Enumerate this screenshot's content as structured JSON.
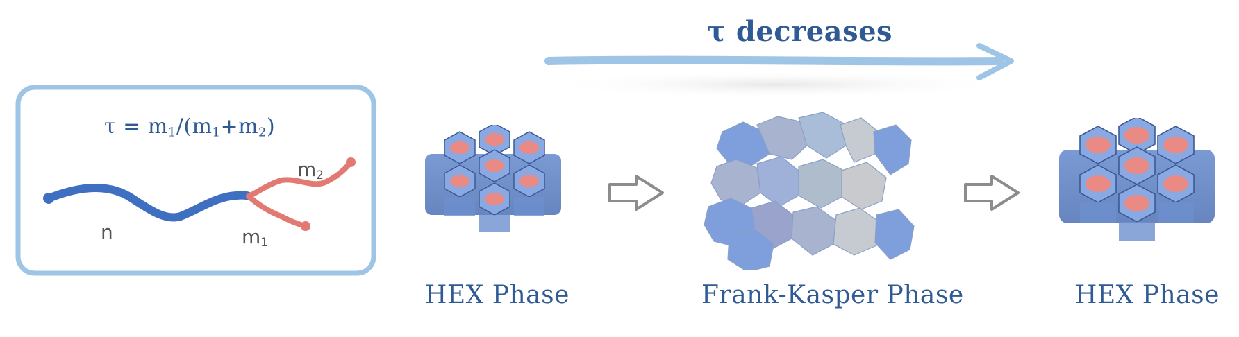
{
  "header": {
    "tau_symbol": "τ",
    "trend_label": "decreases"
  },
  "inset": {
    "formula_tau": "τ",
    "formula_eq": " = m",
    "formula_sub1": "1",
    "formula_mid": "/(m",
    "formula_sub2": "1",
    "formula_plus": "+m",
    "formula_sub3": "2",
    "formula_close": ")",
    "label_n": "n",
    "label_m1_base": "m",
    "label_m1_sub": "1",
    "label_m2_base": "m",
    "label_m2_sub": "2"
  },
  "phases": [
    {
      "label": "HEX Phase"
    },
    {
      "label": "Frank-Kasper Phase"
    },
    {
      "label": "HEX Phase"
    }
  ],
  "colors": {
    "blue_chain": "#3f6fc0",
    "red_chain": "#e27a73",
    "frame": "#9ec4e6",
    "arrow": "#9ec4e6",
    "hex_blue": "#7d9fdc",
    "hex_core": "#ea8a84",
    "text": "#2f5a93"
  }
}
